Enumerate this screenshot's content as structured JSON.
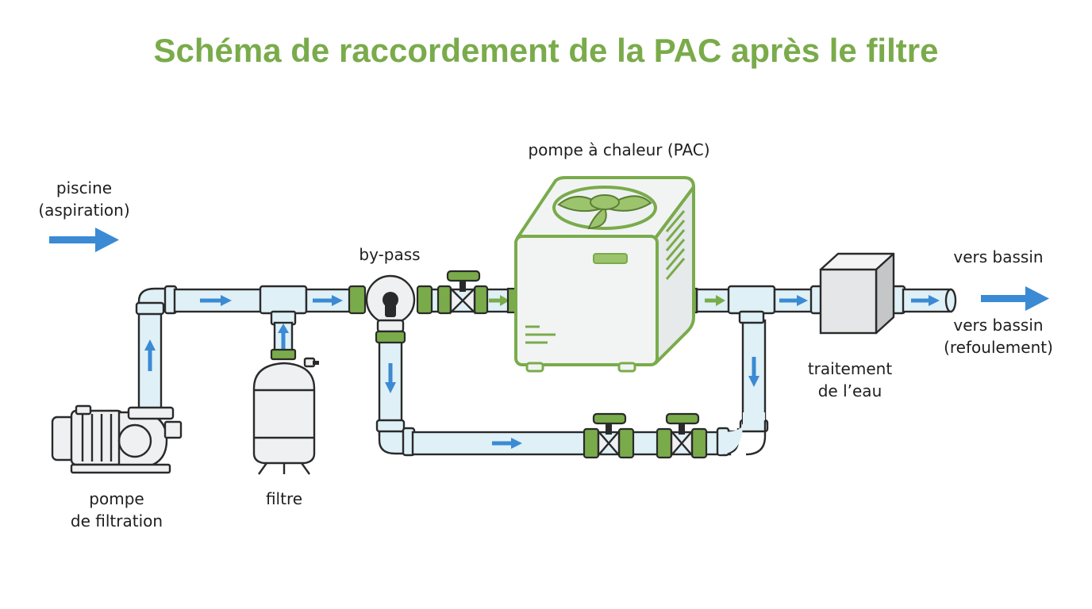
{
  "title": "Schéma de raccordement de la PAC après le filtre",
  "labels": {
    "piscine_1": "piscine",
    "piscine_2": "(aspiration)",
    "pompe_1": "pompe",
    "pompe_2": "de filtration",
    "filtre": "filtre",
    "bypass": "by-pass",
    "pac": "pompe à chaleur (PAC)",
    "traitement_1": "traitement",
    "traitement_2": "de l’eau",
    "vers_bassin_top": "vers bassin",
    "vers_bassin_1": "vers bassin",
    "vers_bassin_2": "(refoulement)"
  },
  "colors": {
    "title": "#7aab4b",
    "accent_green": "#7aab4b",
    "flow_blue": "#3b8ad3",
    "pipe_fill": "#dff0f7",
    "outline": "#2a2a2a"
  },
  "icons": [
    "flow-arrow-icon",
    "valve-icon",
    "fan-icon",
    "pump-icon",
    "filter-tank-icon",
    "heat-pump-icon",
    "treatment-box-icon"
  ]
}
